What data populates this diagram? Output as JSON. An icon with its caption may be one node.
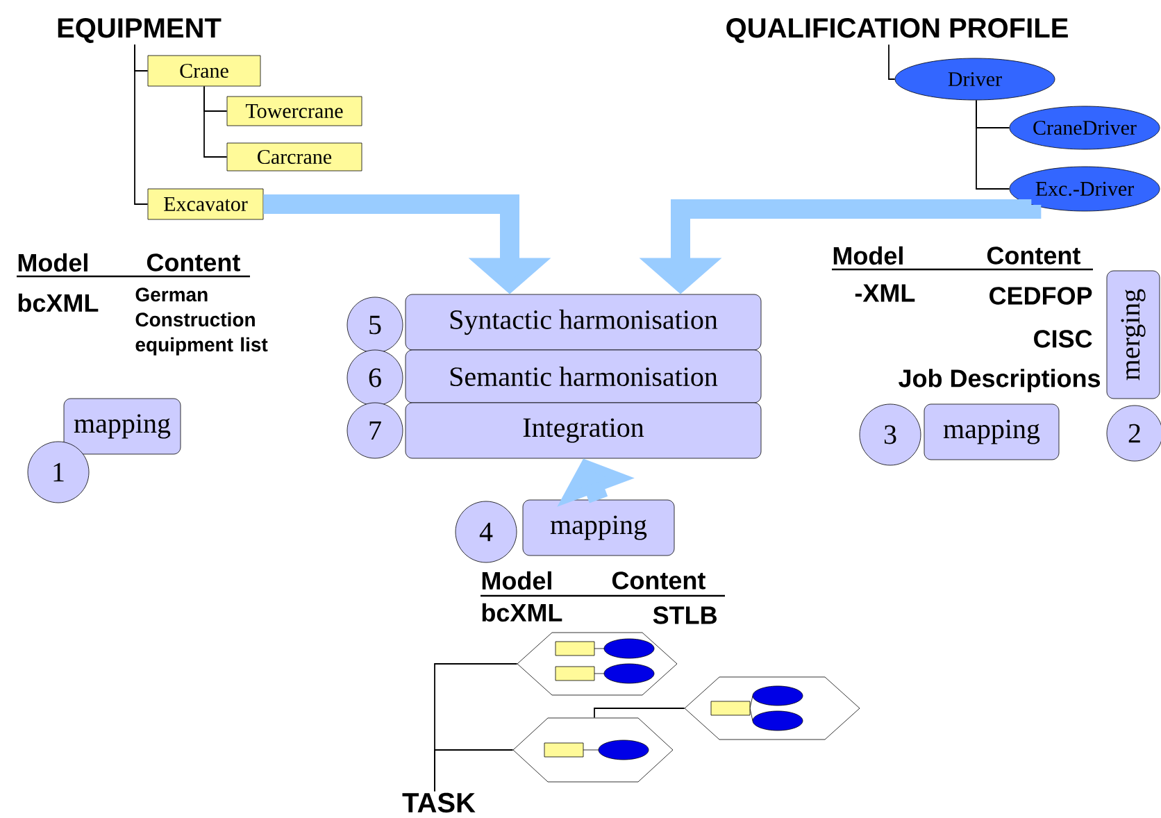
{
  "diagram": {
    "nodes": [
      {
        "text": [
          "EQUIPMENT"
        ]
      },
      {
        "text": [
          "Crane"
        ]
      },
      {
        "text": [
          "Towercrane"
        ]
      },
      {
        "text": [
          "Carcrane"
        ]
      },
      {
        "text": [
          "Excavator"
        ]
      },
      {
        "text": [
          "QUALIFICATION PROFILE"
        ]
      },
      {
        "text": [
          "Driver"
        ]
      },
      {
        "text": [
          "CraneDriver"
        ]
      },
      {
        "text": [
          "Exc.-Driver"
        ]
      },
      {
        "text": [
          "5"
        ]
      },
      {
        "text": [
          "Syntactic harmonisation"
        ]
      },
      {
        "text": [
          "6"
        ]
      },
      {
        "text": [
          "Semantic harmonisation"
        ]
      },
      {
        "text": [
          "7"
        ]
      },
      {
        "text": [
          "Integration"
        ]
      },
      {
        "text": [
          "mapping"
        ]
      },
      {
        "text": [
          "1"
        ]
      },
      {
        "text": [
          "3"
        ]
      },
      {
        "text": [
          "mapping"
        ]
      },
      {
        "text": [
          "merging"
        ]
      },
      {
        "text": [
          "2"
        ]
      },
      {
        "text": [
          "4"
        ]
      },
      {
        "text": [
          "mapping"
        ]
      },
      {
        "text": [],
        "shape": "hexagon"
      },
      {
        "text": [],
        "shape": "hexagon"
      },
      {
        "text": [],
        "shape": "hexagon"
      },
      {
        "text": [
          "TASK"
        ]
      }
    ],
    "edges": [
      {
        "from": 0,
        "to": 1,
        "arrow": "none"
      },
      {
        "from": 0,
        "to": 4,
        "arrow": "none"
      },
      {
        "from": 1,
        "to": 2,
        "arrow": "none"
      },
      {
        "from": 1,
        "to": 3,
        "arrow": "none"
      },
      {
        "from": 5,
        "to": 6,
        "arrow": "none"
      },
      {
        "from": 6,
        "to": 7,
        "arrow": "none"
      },
      {
        "from": 6,
        "to": 8,
        "arrow": "none"
      },
      {
        "from": 4,
        "to": 10,
        "arrow": "to",
        "style": "thick",
        "color": "#99ccff"
      },
      {
        "from": 8,
        "to": 10,
        "arrow": "to",
        "style": "thick",
        "color": "#99ccff"
      },
      {
        "from": 22,
        "to": 14,
        "arrow": "to",
        "style": "thick",
        "color": "#99ccff"
      },
      {
        "from": 26,
        "to": 23,
        "arrow": "none"
      },
      {
        "from": 26,
        "to": 25,
        "arrow": "none"
      },
      {
        "from": 25,
        "to": 24,
        "arrow": "none"
      }
    ],
    "labels": [
      "Model",
      "Content",
      "bcXML",
      "German Construction equipment list",
      "Model",
      "Content",
      "-XML",
      "CEDFOP",
      "CISC",
      "Job Descriptions",
      "Model",
      "Content",
      "bcXML",
      "STLB"
    ]
  }
}
